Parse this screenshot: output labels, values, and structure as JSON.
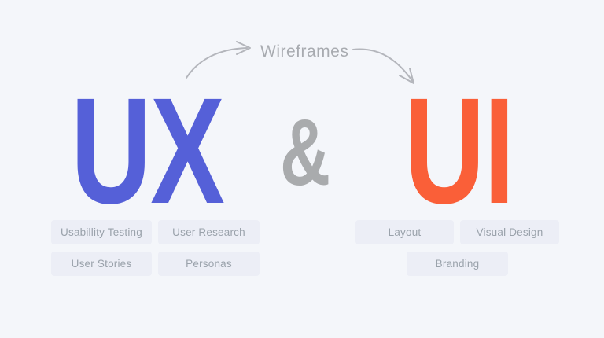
{
  "heading": {
    "ux": "UX",
    "ampersand": "&",
    "ui": "UI"
  },
  "annotation": {
    "label": "Wireframes"
  },
  "ux_tags": [
    "Usabillity Testing",
    "User Research",
    "User Stories",
    "Personas"
  ],
  "ui_tags": [
    "Layout",
    "Visual Design",
    "Branding"
  ],
  "colors": {
    "background": "#f4f6fa",
    "ux_color": "#5560d8",
    "ui_color": "#fa5f38",
    "amp_color": "#a9abad",
    "tag_bg": "#eceef6",
    "tag_text": "#9aa2ab",
    "arrow": "#b4b6bc",
    "annotation_text": "#a8abb0"
  }
}
